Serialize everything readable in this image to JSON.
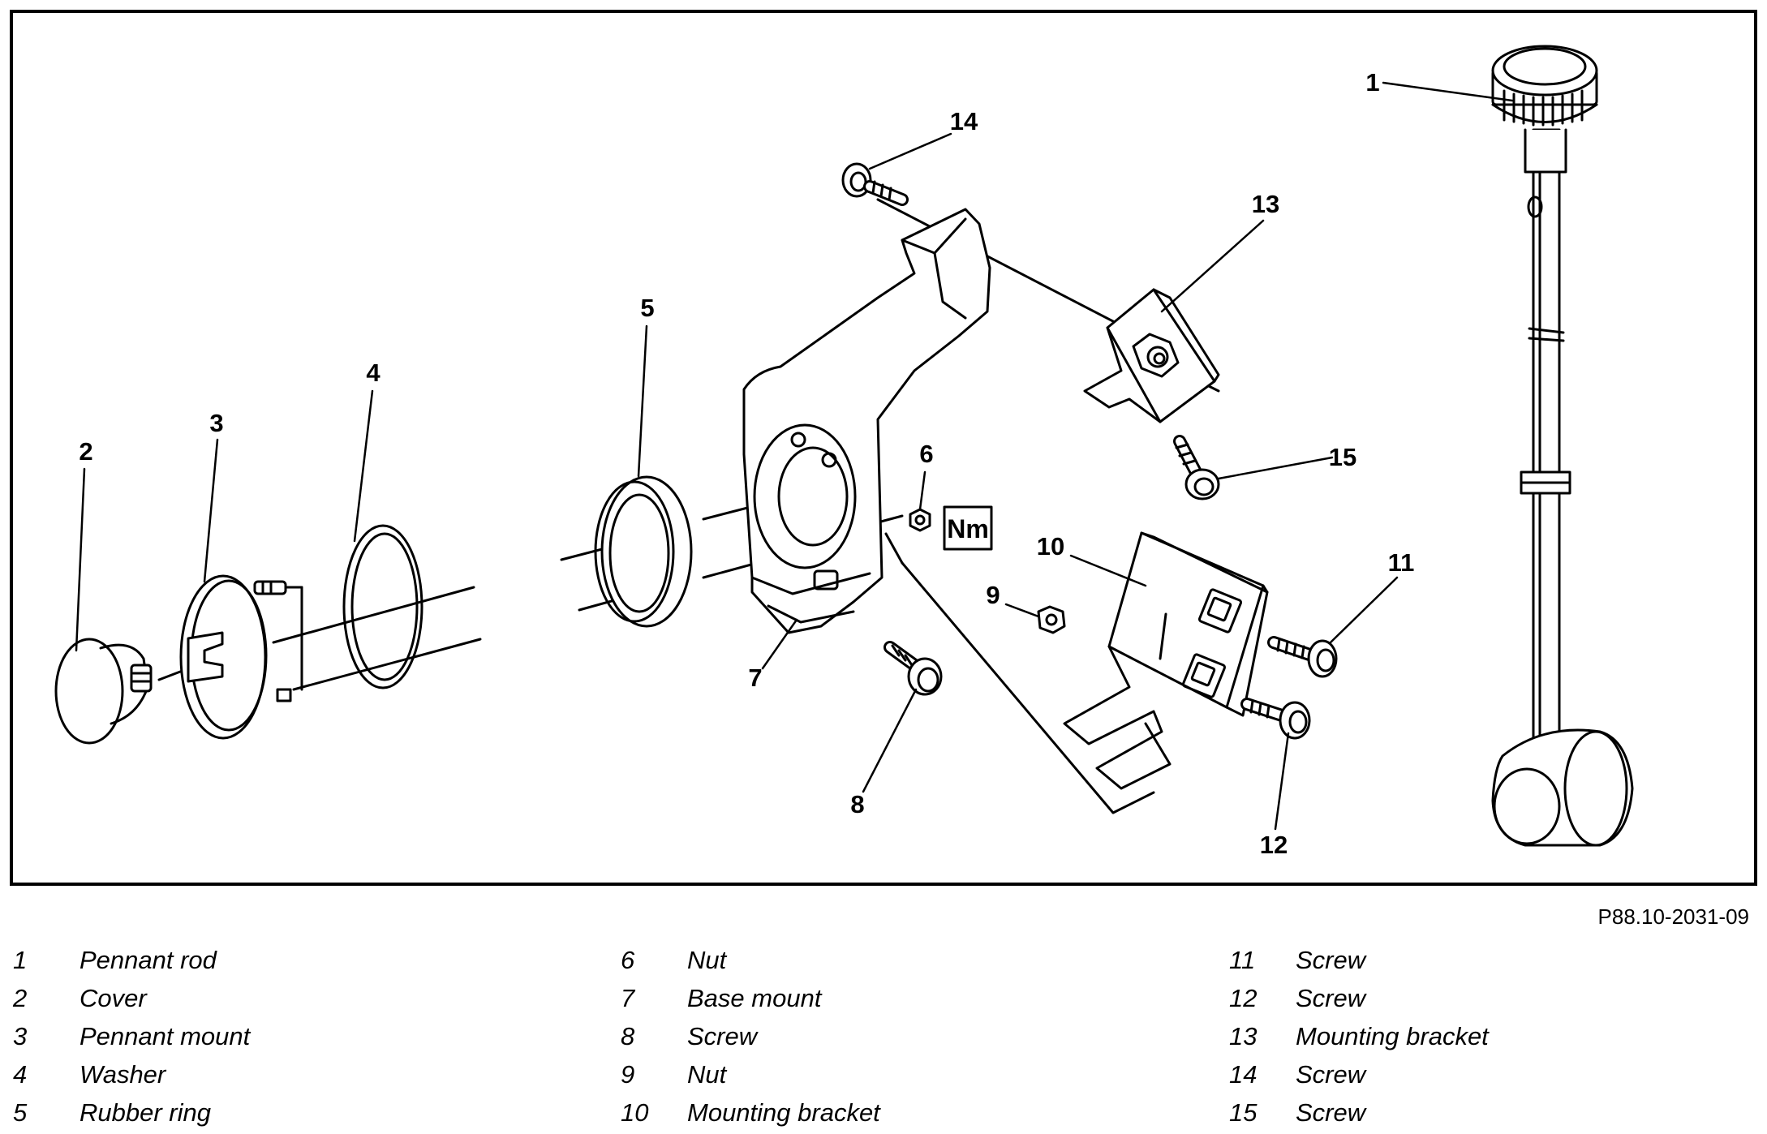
{
  "figure_ref": "P88.10-2031-09",
  "nm_symbol": "Nm",
  "callouts": [
    "1",
    "2",
    "3",
    "4",
    "5",
    "6",
    "7",
    "8",
    "9",
    "10",
    "11",
    "12",
    "13",
    "14",
    "15"
  ],
  "legend": [
    [
      {
        "num": "1",
        "label": "Pennant rod"
      },
      {
        "num": "2",
        "label": "Cover"
      },
      {
        "num": "3",
        "label": "Pennant mount"
      },
      {
        "num": "4",
        "label": "Washer"
      },
      {
        "num": "5",
        "label": "Rubber ring"
      }
    ],
    [
      {
        "num": "6",
        "label": "Nut"
      },
      {
        "num": "7",
        "label": "Base mount"
      },
      {
        "num": "8",
        "label": "Screw"
      },
      {
        "num": "9",
        "label": "Nut"
      },
      {
        "num": "10",
        "label": "Mounting bracket"
      }
    ],
    [
      {
        "num": "11",
        "label": "Screw"
      },
      {
        "num": "12",
        "label": "Screw"
      },
      {
        "num": "13",
        "label": "Mounting bracket"
      },
      {
        "num": "14",
        "label": "Screw"
      },
      {
        "num": "15",
        "label": "Screw"
      }
    ]
  ]
}
